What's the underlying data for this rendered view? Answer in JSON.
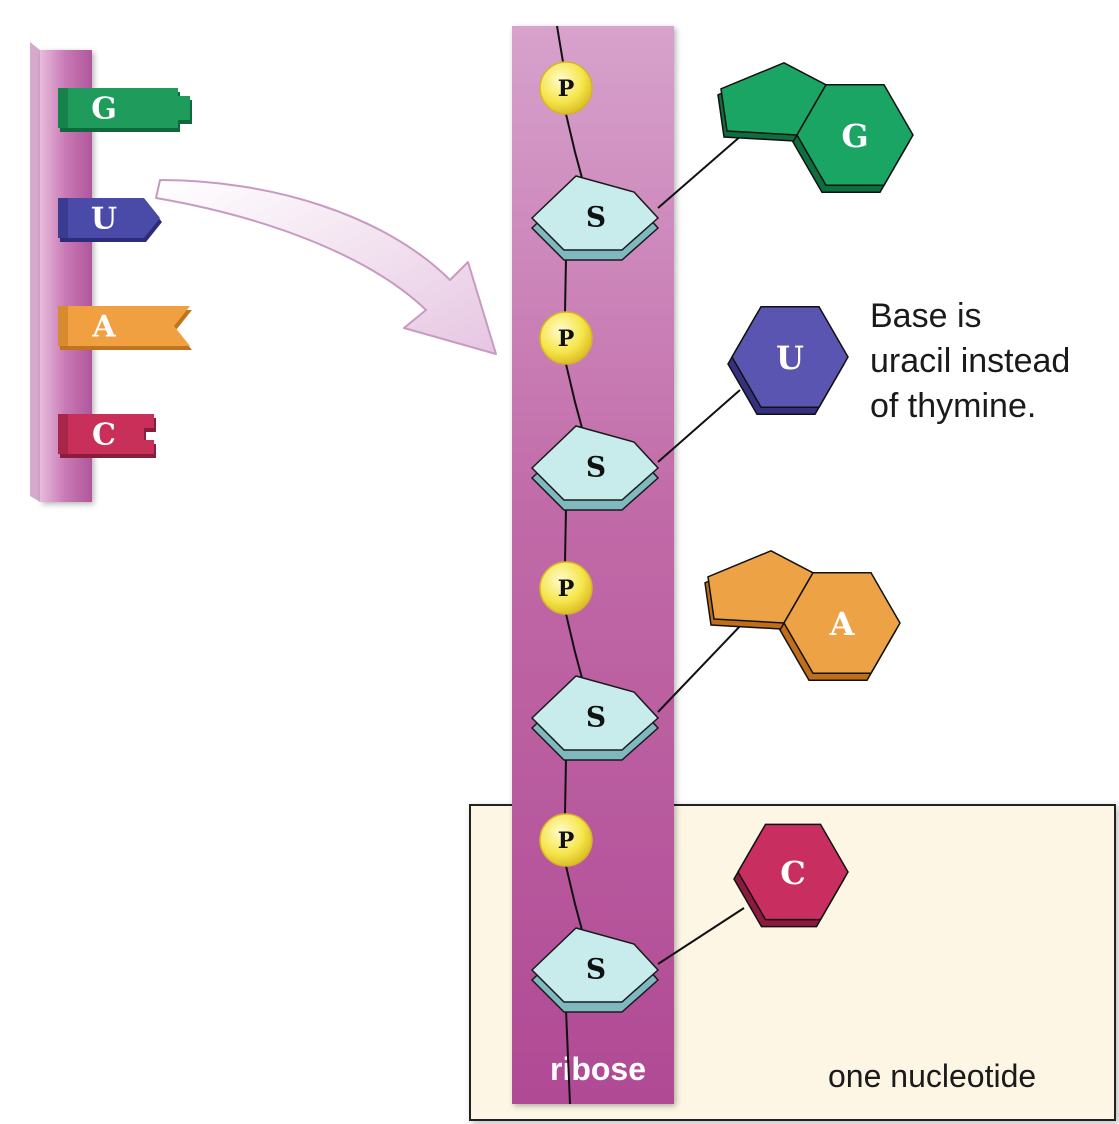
{
  "key_strip": {
    "tags": [
      {
        "letter": "G",
        "color": "#1f9c5c",
        "dark": "#10683b"
      },
      {
        "letter": "U",
        "color": "#4a4aa8",
        "dark": "#2c2c78"
      },
      {
        "letter": "A",
        "color": "#f0a040",
        "dark": "#c07420"
      },
      {
        "letter": "C",
        "color": "#c8305a",
        "dark": "#8a1c3c"
      }
    ]
  },
  "backbone": {
    "label": "ribose",
    "phosphate_label": "P",
    "sugar_label": "S"
  },
  "bases": [
    {
      "letter": "G",
      "shape": "purine",
      "color": "#1aa564",
      "dark": "#0e6e3e"
    },
    {
      "letter": "U",
      "shape": "pyrimidine",
      "color": "#5a55b0",
      "dark": "#353080"
    },
    {
      "letter": "A",
      "shape": "purine",
      "color": "#eea246",
      "dark": "#c06e1a"
    },
    {
      "letter": "C",
      "shape": "pyrimidine",
      "color": "#c92e60",
      "dark": "#8b1a3e"
    }
  ],
  "annotations": {
    "uracil_note": [
      "Base is",
      "uracil instead",
      "of thymine."
    ],
    "nucleotide_label": "one nucleotide"
  },
  "colors": {
    "strip": "#b94a98",
    "strip_dark": "#8a2e72",
    "phosphate": "#f5e44a",
    "sugar": "#c8ecec",
    "sugar_side": "#7fb8bf",
    "box_fill": "#fdf6e4"
  }
}
